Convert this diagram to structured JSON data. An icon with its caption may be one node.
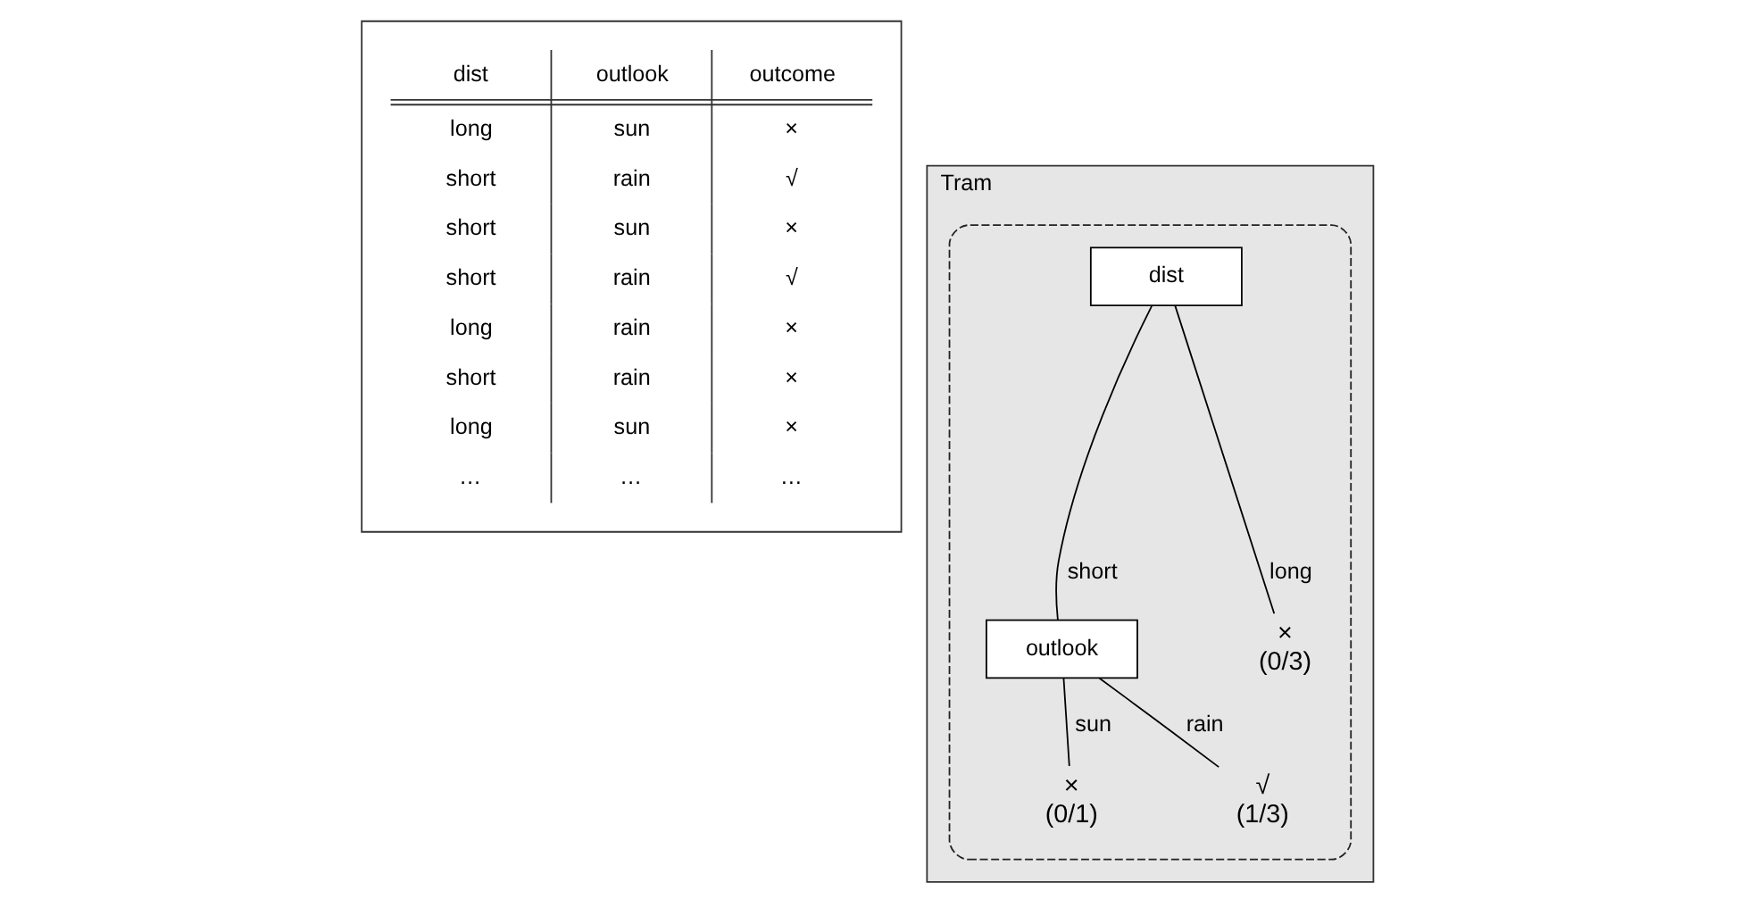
{
  "diagram": {
    "nodes": [
      {
        "text": [
          "Tram"
        ]
      },
      {
        "text": [],
        "shape": "box",
        "in": 0
      },
      {
        "text": [
          "dist"
        ],
        "in": 1
      },
      {
        "text": [
          "outlook"
        ],
        "in": 1
      },
      {
        "text": [
          "×"
        ],
        "beside": [
          "(0/3)"
        ],
        "in": 1
      },
      {
        "text": [
          "×"
        ],
        "beside": [
          "(0/1)"
        ],
        "in": 1
      },
      {
        "text": [
          "√"
        ],
        "beside": [
          "(1/3)"
        ],
        "in": 1
      }
    ],
    "edges": [
      {
        "from": 2,
        "to": 3,
        "arrow": "none",
        "label": "short"
      },
      {
        "from": 2,
        "to": 4,
        "arrow": "none",
        "label": "long"
      },
      {
        "from": 3,
        "to": 5,
        "arrow": "none",
        "label": "sun"
      },
      {
        "from": 3,
        "to": 6,
        "arrow": "none",
        "label": "rain"
      }
    ],
    "labels": [
      "dist",
      "outlook",
      "outcome",
      "long",
      "sun",
      "×",
      "short",
      "rain",
      "√",
      "short",
      "sun",
      "×",
      "short",
      "rain",
      "√",
      "long",
      "rain",
      "×",
      "short",
      "rain",
      "×",
      "long",
      "sun",
      "×",
      "…",
      "…",
      "…"
    ]
  }
}
